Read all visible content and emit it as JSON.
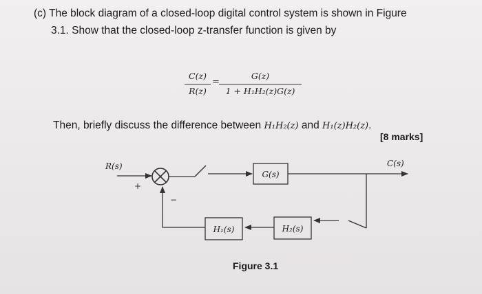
{
  "question": {
    "line1": "(c) The block diagram of a closed-loop digital control system is shown in Figure",
    "line2": "3.1. Show that the closed-loop z-transfer function is given by"
  },
  "formula": {
    "lhs_num": "C(z)",
    "lhs_den": "R(z)",
    "equals": "=",
    "rhs_num": "G(z)",
    "rhs_den": "1 + H₁H₂(z)G(z)"
  },
  "discuss": {
    "prefix": "Then, briefly discuss the difference between ",
    "term1": "H₁H₂(z)",
    "middle": " and ",
    "term2": "H₁(z)H₂(z)",
    "suffix": "."
  },
  "marks": "[8 marks]",
  "diagram": {
    "input_label": "R(s)",
    "output_label": "C(s)",
    "plus_sign": "+",
    "minus_sign": "−",
    "forward_block": "G(s)",
    "feedback_block_1": "H₁(s)",
    "feedback_block_2": "H₂(s)"
  },
  "figure_caption": "Figure 3.1"
}
